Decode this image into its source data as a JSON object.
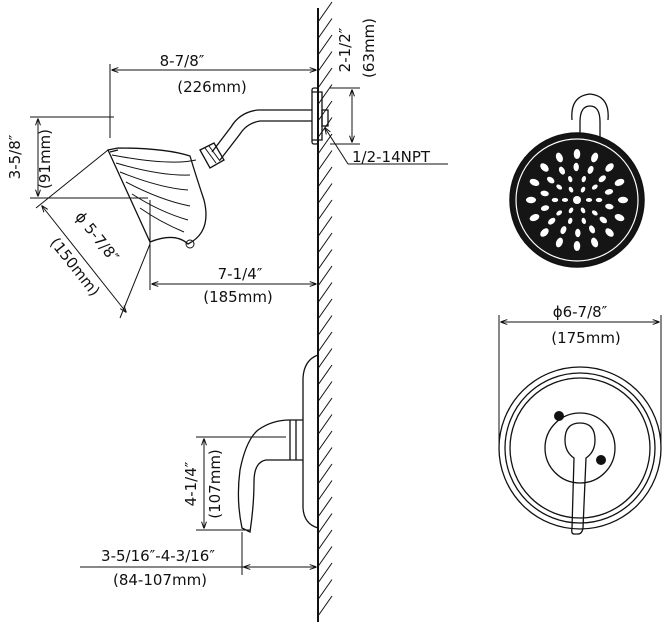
{
  "labels": {
    "arm_length_in": "8-7/8″",
    "arm_length_mm": "(226mm)",
    "arm_rise_in": "2-1/2″",
    "arm_rise_mm": "(63mm)",
    "thread": "1/2-14NPT",
    "head_drop_in": "3-5/8″",
    "head_drop_mm": "(91mm)",
    "head_dia_in": "ϕ 5-7/8″",
    "head_dia_mm": "(150mm)",
    "head_reach_in": "7-1/4″",
    "head_reach_mm": "(185mm)",
    "plate_dia_in": "ϕ6-7/8″",
    "plate_dia_mm": "(175mm)",
    "handle_height_in": "4-1/4″",
    "handle_height_mm": "(107mm)",
    "handle_reach_in": "3-5/16″-4-3/16″",
    "handle_reach_mm": "(84-107mm)"
  }
}
